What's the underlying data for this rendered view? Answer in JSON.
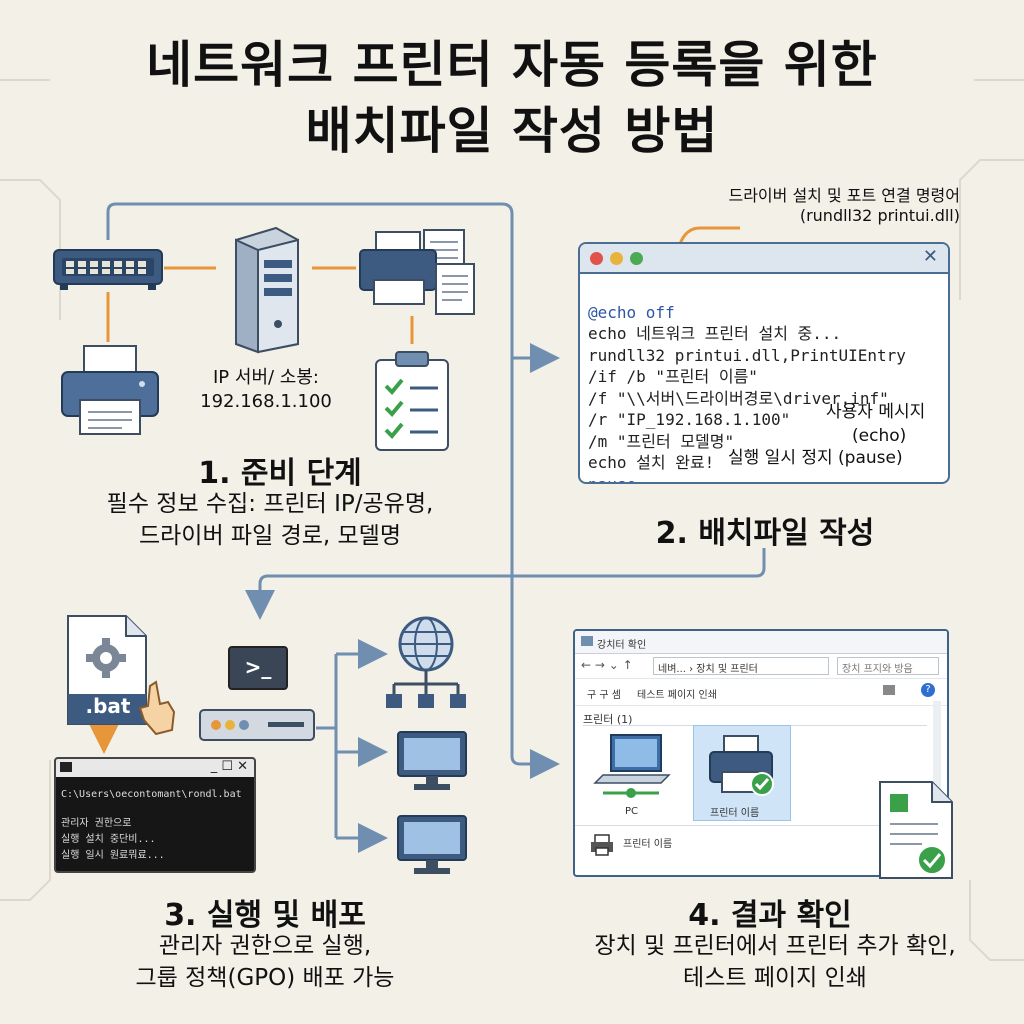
{
  "title": {
    "line1": "네트워크 프린터 자동 등록을 위한",
    "line2": "배치파일 작성 방법"
  },
  "step1": {
    "ip_label": "IP 서버/ 소봉:",
    "ip_value": "192.168.1.100",
    "title": "1. 준비 단계",
    "desc_line1": "필수 정보 수집: 프린터 IP/공유명,",
    "desc_line2": "드라이버 파일 경로, 모델명"
  },
  "step2": {
    "annotation_top_line1": "드라이버 설치 및 포트 연결 명령어",
    "annotation_top_line2": "(rundll32 printui.dll)",
    "code_lines": [
      "@echo off",
      "echo 네트워크 프린터 설치 중...",
      "rundll32 printui.dll,PrintUIEntry",
      "/if /b \"프린터 이름\"",
      "/f \"\\\\서버\\드라이버경로\\driver.inf\"",
      "/r \"IP_192.168.1.100\"",
      "/m \"프린터 모델명\"",
      "echo 설치 완료!",
      "pause"
    ],
    "annotation_echo_line1": "사용자 메시지",
    "annotation_echo_line2": "(echo)",
    "annotation_pause": "실행 일시 정지 (pause)",
    "title": "2. 배치파일 작성"
  },
  "step3": {
    "file_ext": ".bat",
    "terminal_lines": [
      "C:\\Users\\oecontomant\\rondl.bat",
      "관리자 권한으로",
      "실행 설치 중단비...",
      "실행 일시 원료뭐료..."
    ],
    "prompt_symbol": ">_",
    "title": "3. 실행 및 배포",
    "desc_line1": "관리자 권한으로 실행,",
    "desc_line2": "그룹 정책(GPO) 배포 가능"
  },
  "step4": {
    "window_title": "강치터 확인",
    "address": "네벼... › 장치 및 프린터",
    "search_placeholder": "장치 프지와 방음",
    "toolbar_left": "구 구 셈",
    "toolbar_right": "테스트 페이지 인쇄",
    "group_label": "프린터 (1)",
    "pc_label": "PC",
    "printer_label": "프린터 이름",
    "bottom_label": "프린터 이름",
    "title": "4. 결과 확인",
    "desc_line1": "장치 및 프린터에서 프린터 추가 확인,",
    "desc_line2": "테스트 페이지 인쇄"
  },
  "colors": {
    "connector_blue": "#6f8eb0",
    "arrow_orange": "#e8963a",
    "navy": "#3d5a80",
    "check_green": "#3aa04a"
  }
}
